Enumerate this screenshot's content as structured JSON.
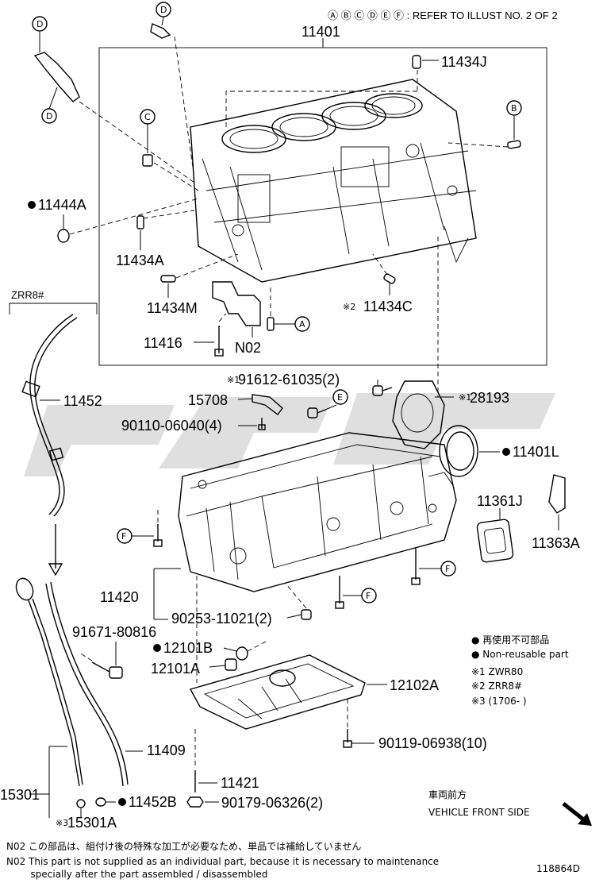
{
  "header": {
    "refer_note": "Ⓐ Ⓑ Ⓒ Ⓓ Ⓔ Ⓕ : REFER TO ILLUST NO. 2 OF 2"
  },
  "labels": {
    "p11401": "11401",
    "p11434J": "11434J",
    "p11444A": "11444A",
    "p11434A": "11434A",
    "p11434M": "11434M",
    "p11434C": "11434C",
    "p11416": "11416",
    "n02": "N02",
    "zrr8": "ZRR8#",
    "p11452": "11452",
    "p91612": "91612-61035(2)",
    "p28193": "28193",
    "p15708": "15708",
    "p90110": "90110-06040(4)",
    "p11401L": "11401L",
    "p11361J": "11361J",
    "p11363A": "11363A",
    "p11420": "11420",
    "p90253": "90253-11021(2)",
    "p91671": "91671-80816",
    "p12101B": "12101B",
    "p12101A": "12101A",
    "p12102A": "12102A",
    "p90119": "90119-06938(10)",
    "p11409": "11409",
    "p15301": "15301",
    "p11421": "11421",
    "p11452B": "11452B",
    "p90179": "90179-06326(2)",
    "p15301A": "15301A",
    "diagram_id": "118864D"
  },
  "callouts": {
    "A": "A",
    "B": "B",
    "C": "C",
    "D": "D",
    "E": "E",
    "F": "F"
  },
  "marks": {
    "note1": "※1",
    "note2": "※2",
    "note3": "※3",
    "nonreusable_dot": "●"
  },
  "legend": {
    "nonreusable_jp": "● 再使用不可部品",
    "nonreusable_en": "● Non-reusable part",
    "note1": "※1 ZWR80",
    "note2": "※2 ZRR8#",
    "note3": "※3 (1706-        )"
  },
  "front": {
    "jp": "車両前方",
    "en": "VEHICLE FRONT SIDE"
  },
  "footnotes": {
    "jp": "N02  この部品は、組付け後の特殊な加工が必要なため、単品では補給していません",
    "en_line1": "N02  This part is not supplied as an individual part, because it is necessary to maintenance",
    "en_line2": "        specially after the part assembled / disassembled"
  }
}
